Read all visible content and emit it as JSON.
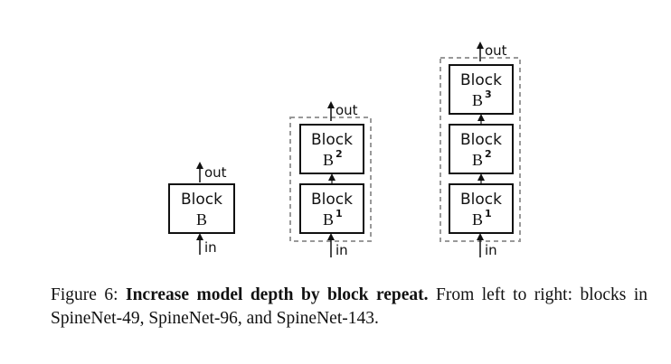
{
  "figure": {
    "block_label": "Block",
    "in_label": "in",
    "out_label": "out",
    "base_letter": "B",
    "groups": [
      {
        "blocks": [
          {
            "sub": "B",
            "sup": ""
          }
        ]
      },
      {
        "blocks": [
          {
            "sub": "B",
            "sup": "1"
          },
          {
            "sub": "B",
            "sup": "2"
          }
        ]
      },
      {
        "blocks": [
          {
            "sub": "B",
            "sup": "1"
          },
          {
            "sub": "B",
            "sup": "2"
          },
          {
            "sub": "B",
            "sup": "3"
          }
        ]
      }
    ]
  },
  "caption": {
    "label": "Figure 6:",
    "title": "Increase model depth by block repeat.",
    "text": "From left to right: blocks in SpineNet-49, SpineNet-96, and SpineNet-143."
  }
}
